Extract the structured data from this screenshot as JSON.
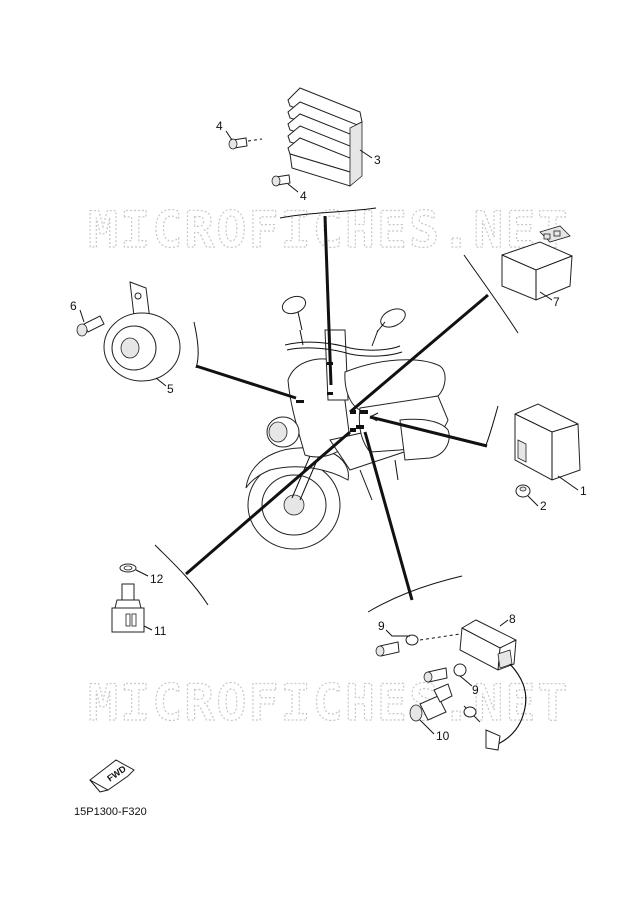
{
  "watermark": {
    "text": "MICROFICHES.NET"
  },
  "diagram_code": "15P1300-F320",
  "fwd_label": "FWD",
  "callouts": {
    "c1": "1",
    "c2": "2",
    "c3": "3",
    "c4a": "4",
    "c4b": "4",
    "c5": "5",
    "c6": "6",
    "c7": "7",
    "c8": "8",
    "c9a": "9",
    "c9b": "9",
    "c10": "10",
    "c11": "11",
    "c12": "12"
  },
  "parts": [
    {
      "ref": "1",
      "icon": "cdi-unit-icon"
    },
    {
      "ref": "2",
      "icon": "nut-icon"
    },
    {
      "ref": "3",
      "icon": "rectifier-regulator-icon"
    },
    {
      "ref": "4",
      "icon": "bolt-icon"
    },
    {
      "ref": "5",
      "icon": "horn-icon"
    },
    {
      "ref": "6",
      "icon": "bolt-icon"
    },
    {
      "ref": "7",
      "icon": "relay-icon"
    },
    {
      "ref": "8",
      "icon": "ignition-coil-icon"
    },
    {
      "ref": "9",
      "icon": "bolt-icon"
    },
    {
      "ref": "10",
      "icon": "spark-plug-cap-icon"
    },
    {
      "ref": "11",
      "icon": "switch-icon"
    },
    {
      "ref": "12",
      "icon": "washer-icon"
    }
  ],
  "colors": {
    "line": "#111111",
    "watermark": "#c8c8c8",
    "background": "#ffffff"
  }
}
